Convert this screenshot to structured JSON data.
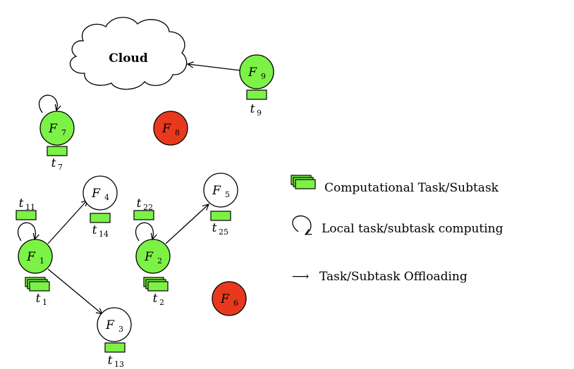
{
  "cloud": {
    "label": "Cloud"
  },
  "nodes": [
    {
      "id": "F1",
      "base": "F",
      "sub": "1",
      "state": "active"
    },
    {
      "id": "F2",
      "base": "F",
      "sub": "2",
      "state": "active"
    },
    {
      "id": "F3",
      "base": "F",
      "sub": "3",
      "state": "idle"
    },
    {
      "id": "F4",
      "base": "F",
      "sub": "4",
      "state": "idle"
    },
    {
      "id": "F5",
      "base": "F",
      "sub": "5",
      "state": "idle"
    },
    {
      "id": "F6",
      "base": "F",
      "sub": "6",
      "state": "unavailable"
    },
    {
      "id": "F7",
      "base": "F",
      "sub": "7",
      "state": "active"
    },
    {
      "id": "F8",
      "base": "F",
      "sub": "8",
      "state": "unavailable"
    },
    {
      "id": "F9",
      "base": "F",
      "sub": "9",
      "state": "active"
    }
  ],
  "tasks": [
    {
      "id": "t1",
      "base": "t",
      "sub": "1",
      "stacked": true
    },
    {
      "id": "t2",
      "base": "t",
      "sub": "2",
      "stacked": true
    },
    {
      "id": "t7",
      "base": "t",
      "sub": "7",
      "stacked": false
    },
    {
      "id": "t9",
      "base": "t",
      "sub": "9",
      "stacked": false
    },
    {
      "id": "t11",
      "base": "t",
      "sub": "11",
      "stacked": false
    },
    {
      "id": "t22",
      "base": "t",
      "sub": "22",
      "stacked": false
    },
    {
      "id": "t13",
      "base": "t",
      "sub": "13",
      "stacked": false
    },
    {
      "id": "t14",
      "base": "t",
      "sub": "14",
      "stacked": false
    },
    {
      "id": "t25",
      "base": "t",
      "sub": "25",
      "stacked": false
    }
  ],
  "edges": [
    {
      "from": "F9",
      "to": "Cloud",
      "type": "offload"
    },
    {
      "from": "F1",
      "to": "F4",
      "type": "offload"
    },
    {
      "from": "F1",
      "to": "F3",
      "type": "offload"
    },
    {
      "from": "F2",
      "to": "F5",
      "type": "offload"
    },
    {
      "from": "F1",
      "to": "F1",
      "type": "local"
    },
    {
      "from": "F2",
      "to": "F2",
      "type": "local"
    },
    {
      "from": "F7",
      "to": "F7",
      "type": "local"
    }
  ],
  "legend": {
    "task": "Computational Task/Subtask",
    "local": "Local task/subtask computing",
    "offload": "Task/Subtask Offloading",
    "offload_arrow": "⟶"
  },
  "colors": {
    "active": "#7CF246",
    "unavailable": "#E8391E",
    "idle": "#ffffff",
    "task": "#7CF246",
    "stroke": "#000000"
  }
}
